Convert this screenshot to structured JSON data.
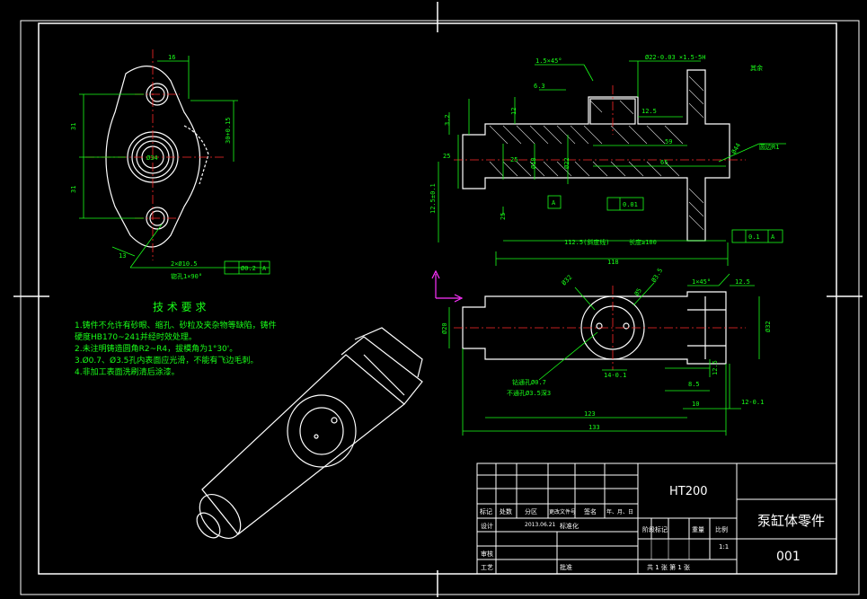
{
  "drawing": {
    "material": "HT200",
    "part_name": "泵缸体零件",
    "drawing_number": "001",
    "scale": "1:1",
    "title_block": {
      "row_labels": [
        "标记",
        "处数",
        "分区",
        "更改文件号",
        "签名",
        "年、月、日"
      ],
      "design_label": "设计",
      "design_date": "2013.06.21",
      "std_label": "标准化",
      "stage_label": "阶段标记",
      "weight_label": "重量",
      "scale_label": "比例",
      "review_label": "审核",
      "process_label": "工艺",
      "approve_label": "批准",
      "sheet_text": "共 1 张   第 1 张"
    }
  },
  "tech_requirements": {
    "title": "技 术 要 求",
    "lines": [
      "1.铸件不允许有砂眼、缩孔、砂粒及夹杂物等缺陷，铸件",
      "硬度HB170~241并经时效处理。",
      "2.未注明铸造圆角R2~R4，拔模角为1°30'。",
      "3.Ø0.7、Ø3.5孔内表面应光滑，不能有飞边毛刺。",
      "4.非加工表面洗刷清后涂漆。"
    ]
  },
  "dims": {
    "top_view": [
      "16",
      "31",
      "31",
      "30+0.15",
      "Ø34",
      "13",
      "2×Ø10.5",
      "锪孔1×90°",
      "Ø0.2",
      "A"
    ],
    "main_view": [
      "1.5×45°",
      "Ø22-0.03 ×1.5-5H",
      "其余",
      "6.3",
      "12",
      "3.2",
      "25",
      "25",
      "Ø18",
      "Ø22",
      "59",
      "65",
      "12.5",
      "Ø44",
      "圆边R1",
      "25",
      "A",
      "0.01",
      "12.5±0.1",
      "112.5(斜度线)",
      "长度≥100",
      "0.1",
      "A",
      "118"
    ],
    "bottom_view": [
      "Ø32",
      "Ø5",
      "1×45°",
      "12.5",
      "Ø20",
      "Ø32",
      "14-0.1",
      "钻通孔Ø0.7",
      "不通孔Ø3.5深3",
      "8.5",
      "10",
      "12.5",
      "12-0.1",
      "123",
      "133"
    ]
  }
}
